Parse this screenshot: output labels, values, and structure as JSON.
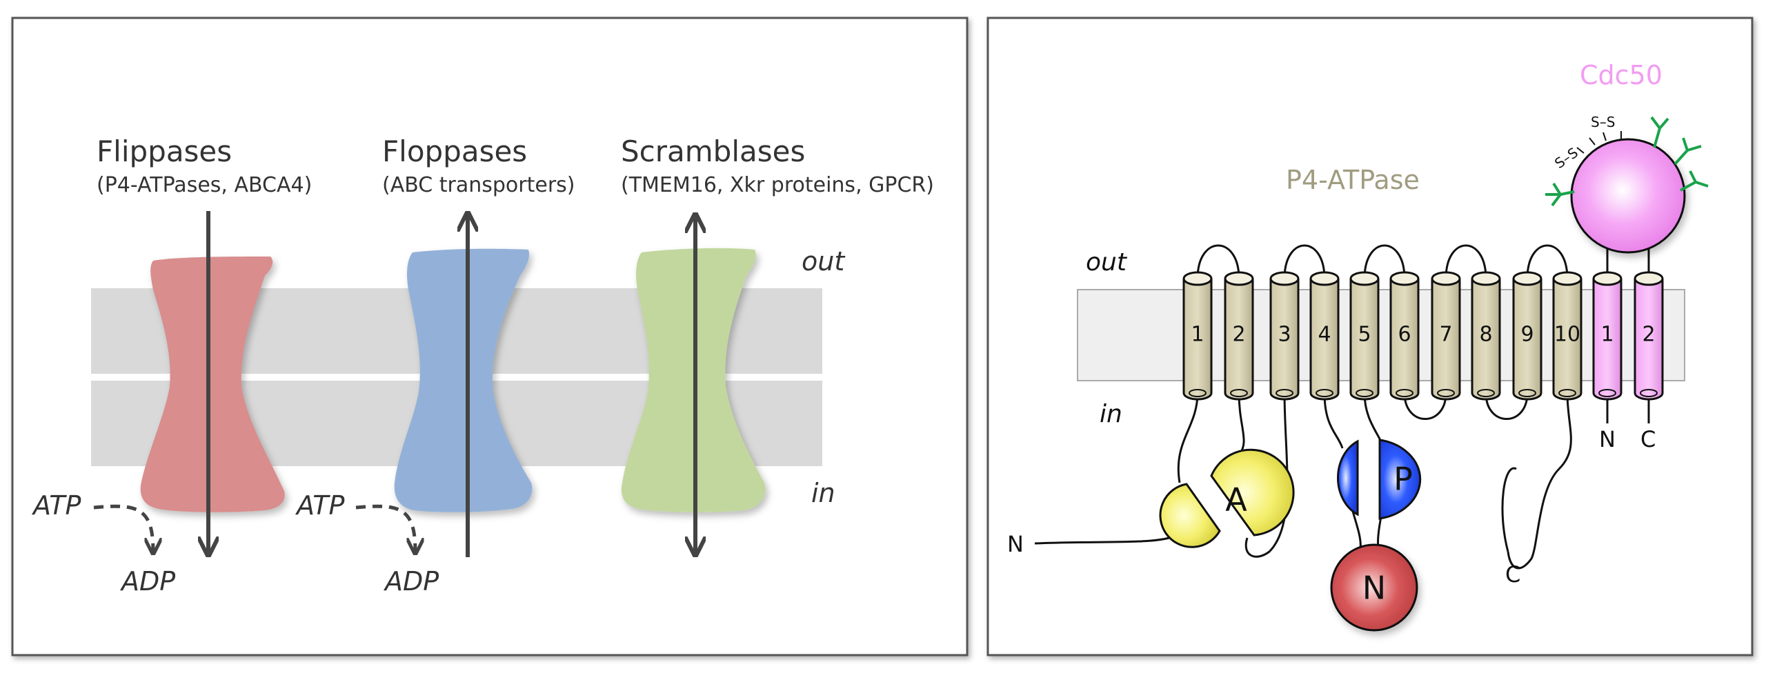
{
  "left_panel": {
    "flippases": {
      "title": "Flippases",
      "subtitle": "(P4-ATPases, ABCA4)",
      "color": "#d98d8d"
    },
    "floppases": {
      "title": "Floppases",
      "subtitle": "(ABC transporters)",
      "color": "#93b1d8"
    },
    "scramblases": {
      "title": "Scramblases",
      "subtitle": "(TMEM16, Xkr proteins, GPCR)",
      "color": "#c2d79e"
    },
    "out_label": "out",
    "in_label": "in",
    "atp_label": "ATP",
    "adp_label": "ADP",
    "membrane_color": "#d9d9d9"
  },
  "right_panel": {
    "p4_title": "P4-ATPase",
    "p4_color": "#a09c80",
    "cdc50_title": "Cdc50",
    "cdc50_color": "#f29cf2",
    "out_label": "out",
    "in_label": "in",
    "p4_helices": [
      "1",
      "2",
      "3",
      "4",
      "5",
      "6",
      "7",
      "8",
      "9",
      "10"
    ],
    "cdc50_helices": [
      "1",
      "2"
    ],
    "domain_a": "A",
    "domain_p": "P",
    "domain_n": "N",
    "n_term_p4": "N",
    "c_term_p4": "C",
    "n_term_cdc50": "N",
    "c_term_cdc50": "C",
    "disulfide_label": "S–S",
    "glycan_color": "#1aa34a"
  }
}
